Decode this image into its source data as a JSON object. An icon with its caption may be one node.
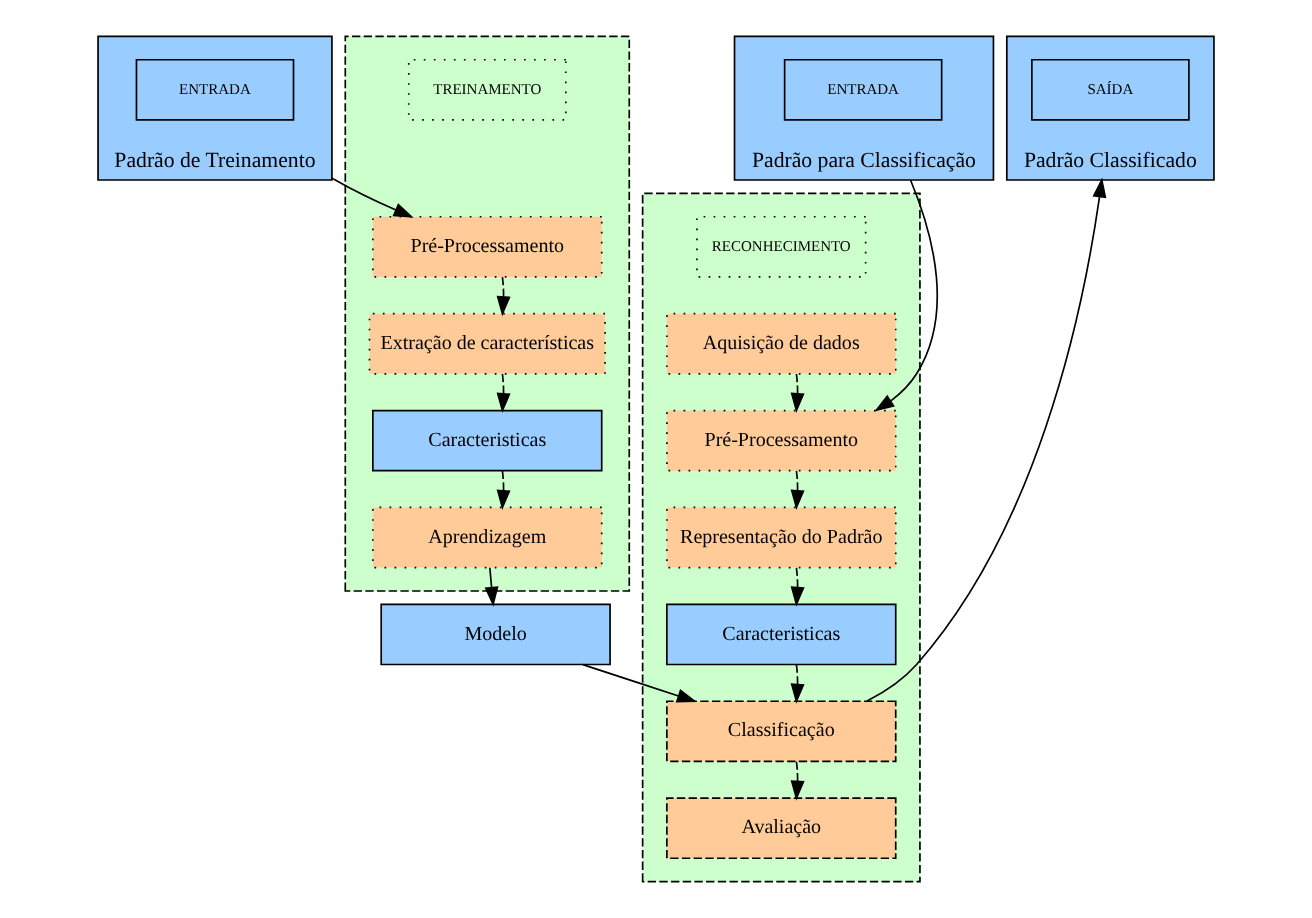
{
  "diagram": {
    "nodes": [
      {
        "text": [
          "Padrão de Treinamento"
        ]
      },
      {
        "text": [
          "ENTRADA"
        ],
        "in": 0
      },
      {
        "text": [],
        "shape": "box"
      },
      {
        "text": [
          "TREINAMENTO"
        ],
        "in": 2
      },
      {
        "text": [
          "Pré-Processamento"
        ],
        "in": 2
      },
      {
        "text": [
          "Extração de características"
        ],
        "in": 2
      },
      {
        "text": [
          "Caracteristicas"
        ],
        "in": 2
      },
      {
        "text": [
          "Aprendizagem"
        ],
        "in": 2
      },
      {
        "text": [
          "Modelo"
        ]
      },
      {
        "text": [],
        "shape": "box"
      },
      {
        "text": [
          "RECONHECIMENTO"
        ],
        "in": 9
      },
      {
        "text": [
          "Aquisição de dados"
        ],
        "in": 9
      },
      {
        "text": [
          "Pré-Processamento"
        ],
        "in": 9
      },
      {
        "text": [
          "Representação do Padrão"
        ],
        "in": 9
      },
      {
        "text": [
          "Caracteristicas"
        ],
        "in": 9
      },
      {
        "text": [
          "Classificação"
        ],
        "in": 9
      },
      {
        "text": [
          "Avaliação"
        ],
        "in": 9
      },
      {
        "text": [
          "Padrão para Classificação"
        ]
      },
      {
        "text": [
          "ENTRADA"
        ],
        "in": 17
      },
      {
        "text": [
          "Padrão Classificado"
        ]
      },
      {
        "text": [
          "SAÍDA"
        ],
        "in": 19
      }
    ],
    "edges": [
      {
        "from": 0,
        "to": 4,
        "arrow": "to"
      },
      {
        "from": 4,
        "to": 5,
        "arrow": "to",
        "style": "dashed"
      },
      {
        "from": 5,
        "to": 6,
        "arrow": "to",
        "style": "dashed"
      },
      {
        "from": 6,
        "to": 7,
        "arrow": "to",
        "style": "dashed"
      },
      {
        "from": 7,
        "to": 8,
        "arrow": "to"
      },
      {
        "from": 8,
        "to": 15,
        "arrow": "to"
      },
      {
        "from": 11,
        "to": 12,
        "arrow": "to",
        "style": "dashed"
      },
      {
        "from": 17,
        "to": 12,
        "arrow": "to"
      },
      {
        "from": 12,
        "to": 13,
        "arrow": "to",
        "style": "dashed"
      },
      {
        "from": 13,
        "to": 14,
        "arrow": "to",
        "style": "dashed"
      },
      {
        "from": 14,
        "to": 15,
        "arrow": "to",
        "style": "dashed"
      },
      {
        "from": 15,
        "to": 16,
        "arrow": "to",
        "style": "dashed"
      },
      {
        "from": 15,
        "to": 19,
        "arrow": "to"
      }
    ]
  }
}
